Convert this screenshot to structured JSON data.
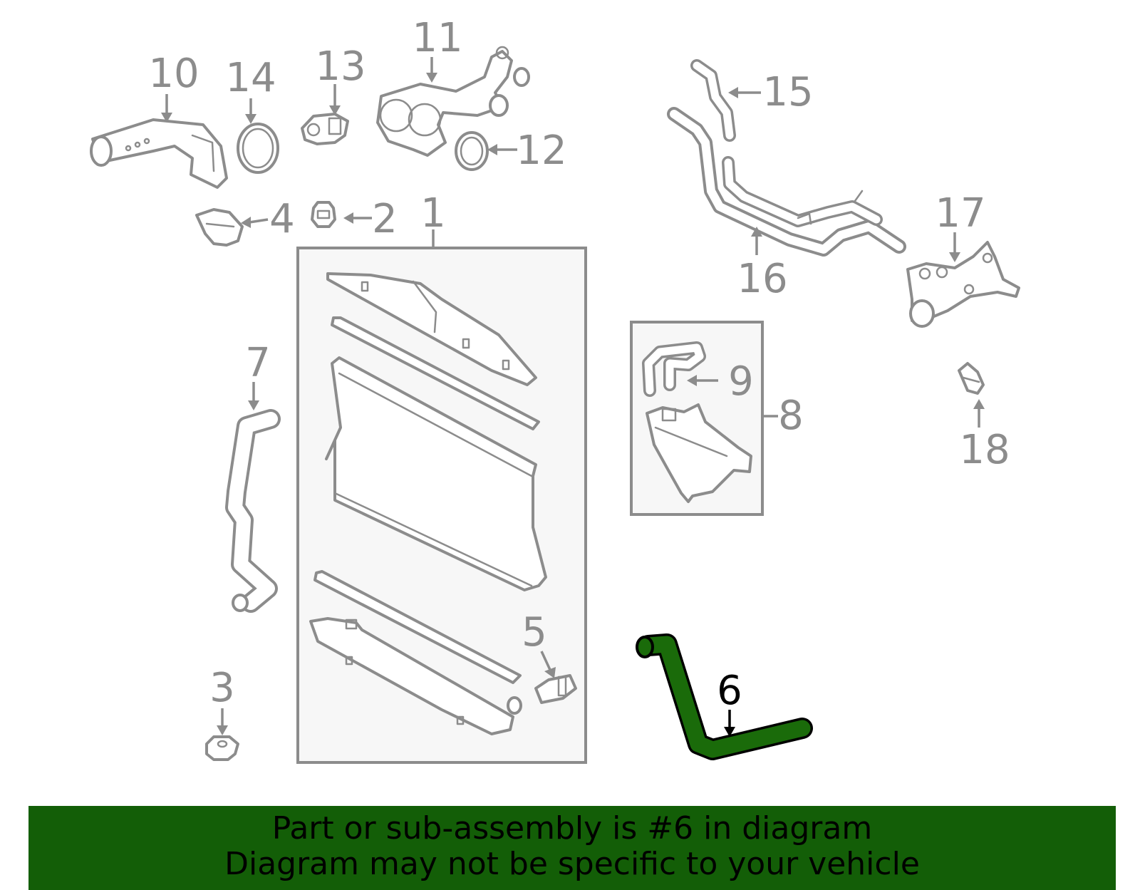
{
  "callouts": {
    "c1": "1",
    "c2": "2",
    "c3": "3",
    "c4": "4",
    "c5": "5",
    "c6": "6",
    "c7": "7",
    "c8": "8",
    "c9": "9",
    "c10": "10",
    "c11": "11",
    "c12": "12",
    "c13": "13",
    "c14": "14",
    "c15": "15",
    "c16": "16",
    "c17": "17",
    "c18": "18"
  },
  "highlighted_part": "6",
  "colors": {
    "highlight": "#1a6b0a",
    "banner": "#135e07",
    "part_stroke": "#8c8c8c",
    "callout_text": "#8c8c8c",
    "box_fill": "#f7f7f7"
  },
  "banner": {
    "line1": "Part or sub-assembly is #6 in diagram",
    "line2": "Diagram may not be specific to your vehicle"
  }
}
